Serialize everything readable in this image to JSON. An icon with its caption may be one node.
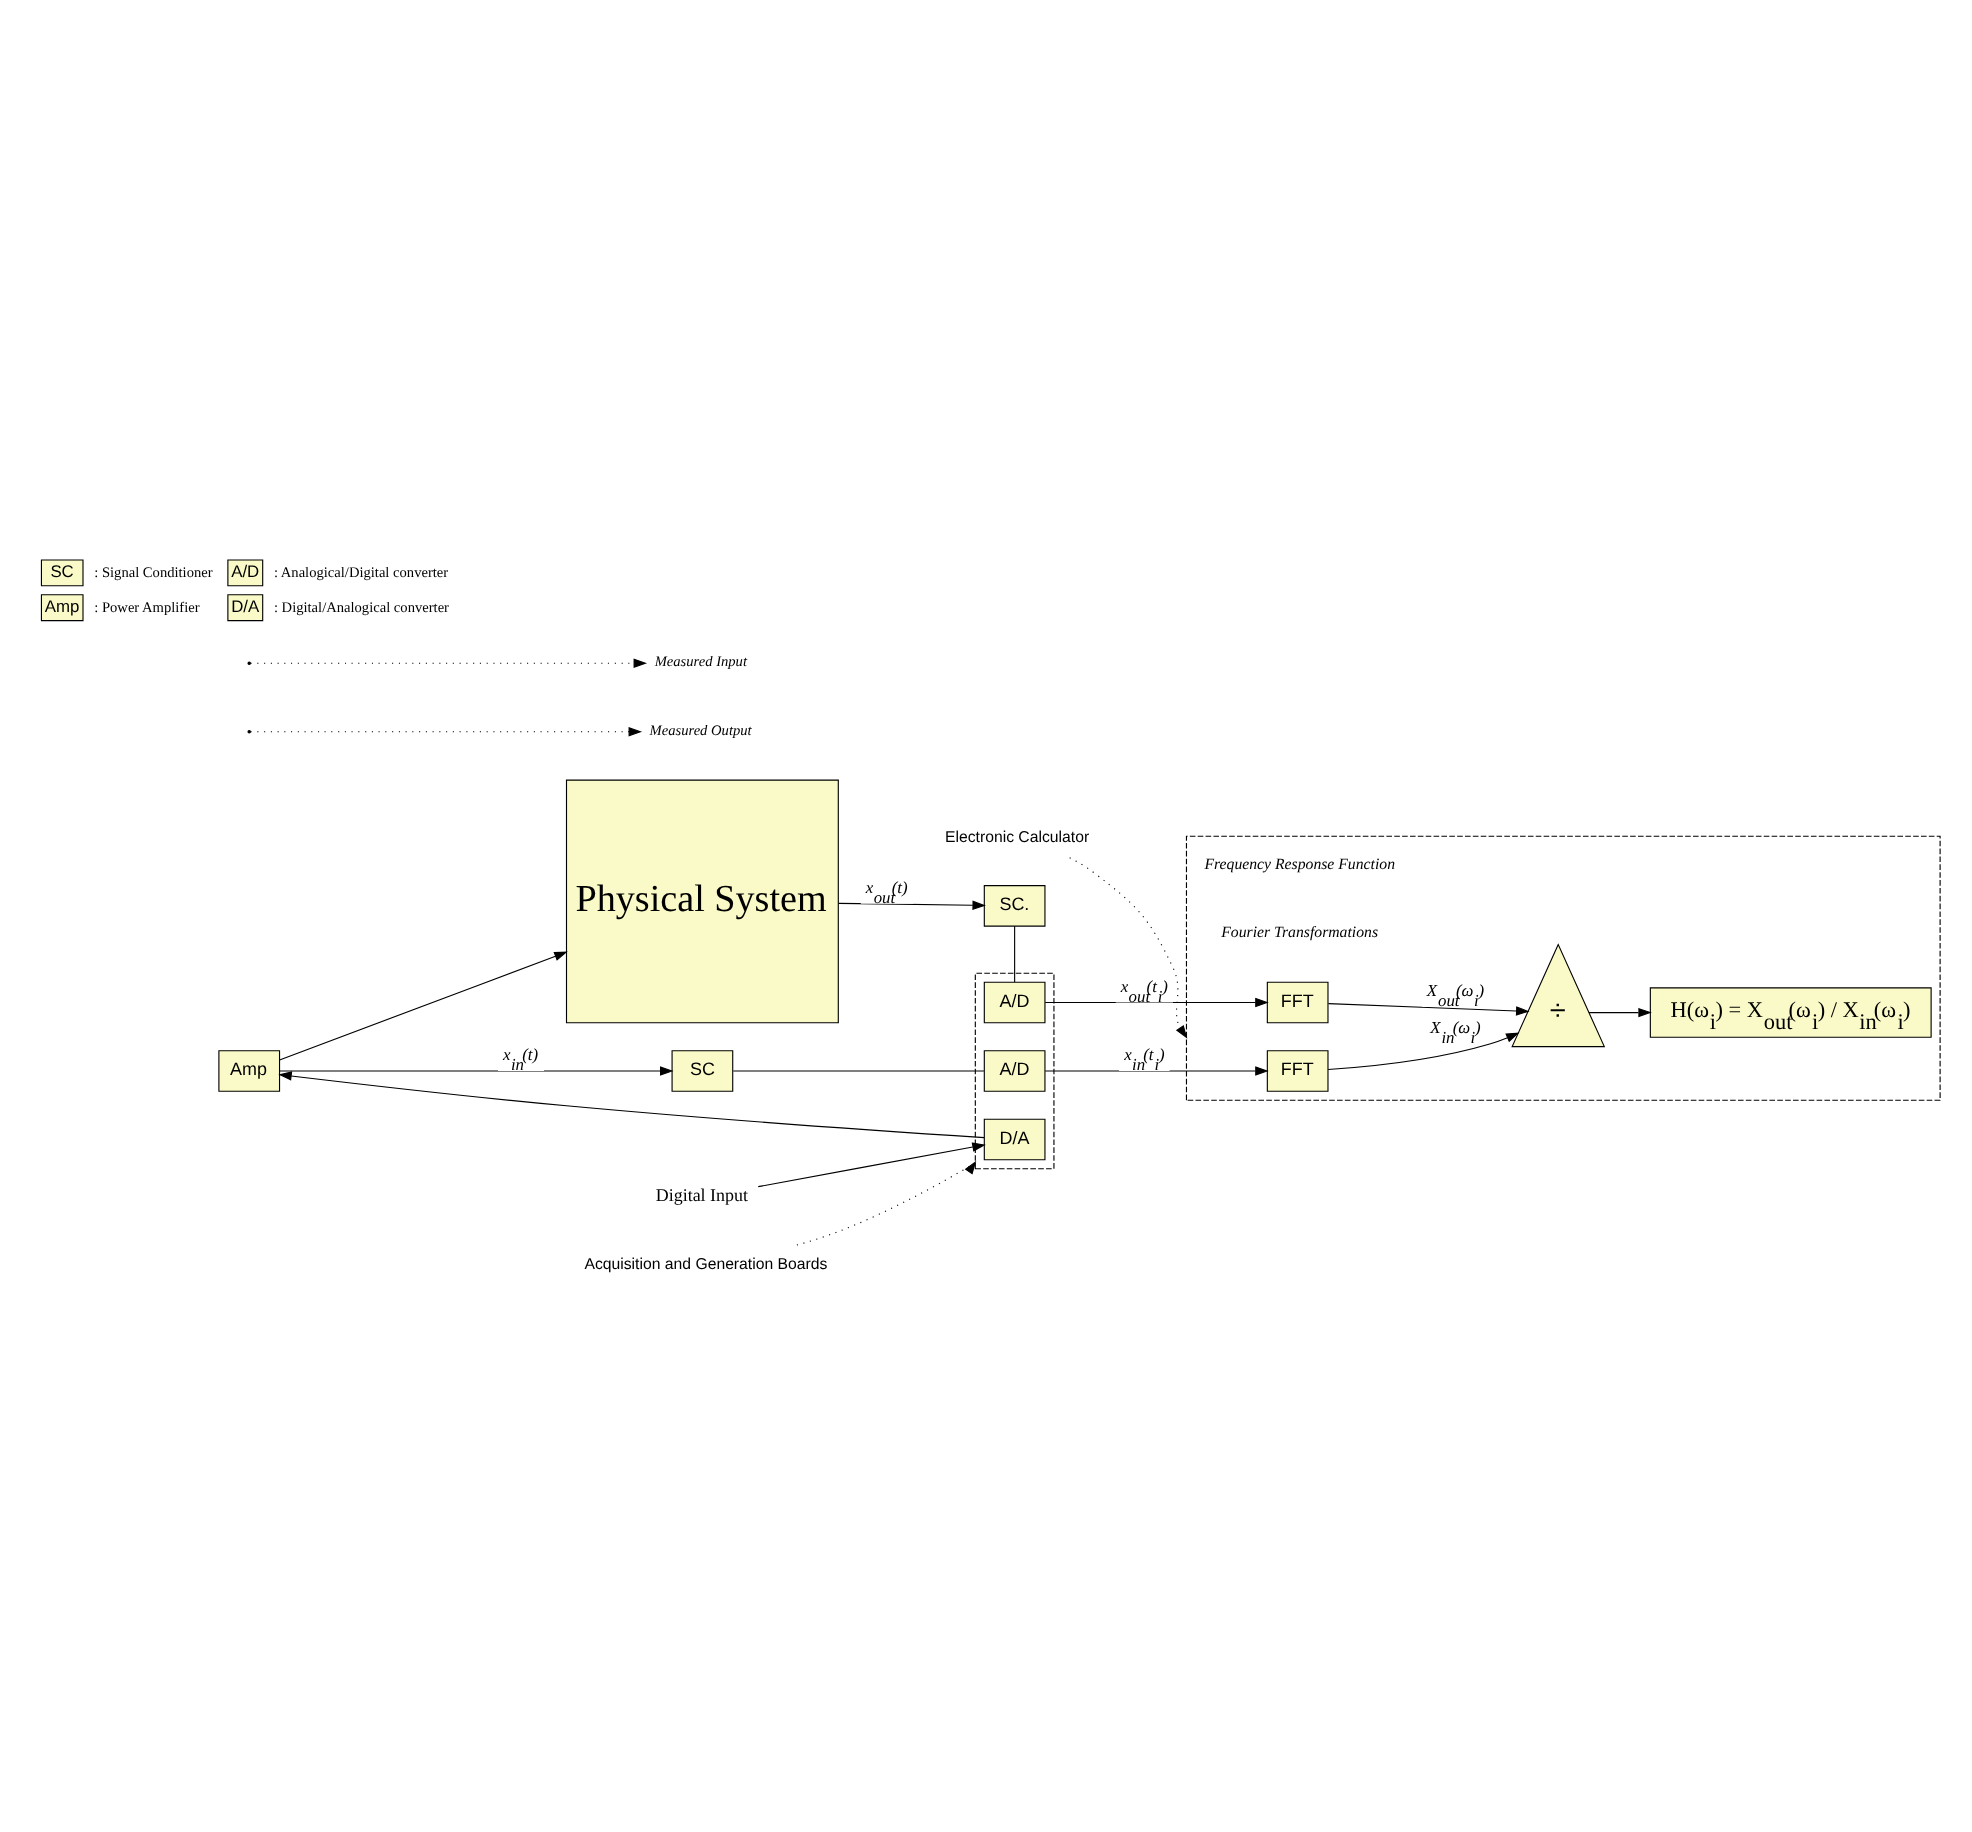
{
  "diagram": {
    "nodes": [
      {
        "text": [
          "Electronic Calculator"
        ]
      },
      {
        "text": [],
        "shape": "box"
      },
      {
        "text": [
          "H(ω$_{i}$) = X$_{out}$(ω$_{i}$) / X$_{in}$(ω$_{i}$)"
        ],
        "in": 1
      },
      {
        "text": [
          "÷"
        ],
        "in": 1
      },
      {
        "text": [
          "FFT"
        ],
        "in": 1
      },
      {
        "text": [
          "FFT"
        ],
        "in": 1
      },
      {
        "text": [
          "Physical System"
        ]
      },
      {
        "text": [
          "SC."
        ]
      },
      {
        "text": [
          "SC"
        ]
      },
      {
        "text": [
          "Amp"
        ]
      },
      {
        "text": [],
        "shape": "box"
      },
      {
        "text": [
          "A/D"
        ],
        "in": 10
      },
      {
        "text": [
          "A/D"
        ],
        "in": 10
      },
      {
        "text": [
          "D/A"
        ],
        "in": 10
      },
      {
        "text": [
          "Acquisition and Generation Boards"
        ]
      },
      {
        "text": [
          "Digital Input"
        ]
      },
      {
        "text": [
          "Measured Output"
        ]
      },
      {
        "text": [
          "Measured Input"
        ]
      }
    ],
    "edges": [
      {
        "from": 0,
        "to": 1,
        "arrow": "to",
        "style": "dashed"
      },
      {
        "from": 6,
        "to": 7,
        "arrow": "to",
        "label": "x$_{out}$(t)"
      },
      {
        "from": 7,
        "to": 11,
        "arrow": "none"
      },
      {
        "from": 11,
        "to": 4,
        "arrow": "to",
        "label": "x$_{out}$(t$_{i}$)"
      },
      {
        "from": 9,
        "to": 8,
        "arrow": "to",
        "label": "x$_{in}$(t)"
      },
      {
        "from": 8,
        "to": 12,
        "arrow": "none"
      },
      {
        "from": 12,
        "to": 5,
        "arrow": "to",
        "label": "x$_{in}$(t$_{i}$)"
      },
      {
        "from": 4,
        "to": 3,
        "arrow": "to",
        "label": "X$_{out}$(ω$_{i}$)"
      },
      {
        "from": 5,
        "to": 3,
        "arrow": "to",
        "label": "X$_{in}$(ω$_{i}$)"
      },
      {
        "from": 3,
        "to": 2,
        "arrow": "to"
      },
      {
        "from": 9,
        "to": 6,
        "arrow": "to"
      },
      {
        "from": 13,
        "to": 9,
        "arrow": "to"
      },
      {
        "from": 15,
        "to": 13,
        "arrow": "to"
      },
      {
        "from": 14,
        "to": 10,
        "arrow": "to",
        "style": "dashed"
      },
      {
        "from": null,
        "to": 16,
        "arrow": "to",
        "style": "dashed"
      },
      {
        "from": null,
        "to": 17,
        "arrow": "to",
        "style": "dashed"
      }
    ],
    "labels": [
      "Frequency Response Function",
      "Fourier Transformations",
      "SC",
      "A/D",
      "Amp",
      "D/A"
    ],
    "legend": [
      {
        "text": ": Signal Conditioner",
        "color": "#fafac8"
      },
      {
        "text": ": Analogical/Digital converter",
        "color": "#fafac8"
      },
      {
        "text": ": Power Amplifier",
        "color": "#fafac8"
      },
      {
        "text": ": Digital/Analogical converter",
        "color": "#fafac8"
      }
    ]
  }
}
